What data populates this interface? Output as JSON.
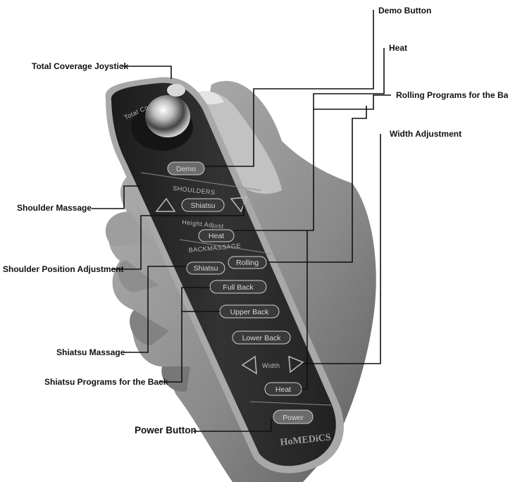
{
  "callouts": {
    "demo_button": "Demo Button",
    "heat": "Heat",
    "rolling_programs": "Rolling Programs for the Back",
    "width_adjustment": "Width Adjustment",
    "total_coverage_joystick": "Total Coverage Joystick",
    "shoulder_massage": "Shoulder Massage",
    "shoulder_position_adjustment": "Shoulder Position Adjustment",
    "shiatsu_massage": "Shiatsu Massage",
    "shiatsu_programs": "Shiatsu Programs for the Back",
    "power_button": "Power Button"
  },
  "remote": {
    "brand_top": "Total Co",
    "brand_logo": "HoMEDiCS",
    "buttons": {
      "demo": "Demo",
      "shiatsu_shoulder": "Shiatsu",
      "heat_upper": "Heat",
      "shiatsu_back": "Shiatsu",
      "rolling": "Rolling",
      "full_back": "Full Back",
      "upper_back": "Upper Back",
      "lower_back": "Lower Back",
      "heat_lower": "Heat",
      "power": "Power"
    },
    "labels": {
      "shoulders": "SHOULDERS",
      "height_adjust": "Height Adjust",
      "back_massage": "BACKMASSAGE",
      "width": "Width"
    }
  },
  "colors": {
    "remote_body": "#2b2b2b",
    "remote_rim": "#9a9a9a",
    "hand": "#8e8e8e",
    "leader_line": "#111111"
  }
}
